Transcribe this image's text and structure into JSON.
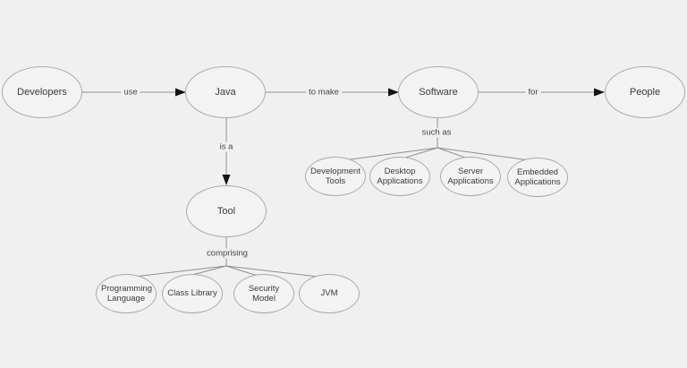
{
  "colors": {
    "background": "#f0f0f0",
    "node_fill": "#f3f3f3",
    "node_border": "#aaaaaa",
    "connector_line": "#8f8f8f",
    "arrowhead": "#141414",
    "text": "#3a3a3a"
  },
  "concept_map": {
    "nodes": [
      {
        "id": "developers",
        "label": "Developers",
        "level": "main"
      },
      {
        "id": "java",
        "label": "Java",
        "level": "main"
      },
      {
        "id": "software",
        "label": "Software",
        "level": "main"
      },
      {
        "id": "people",
        "label": "People",
        "level": "main"
      },
      {
        "id": "tool",
        "label": "Tool",
        "level": "main"
      },
      {
        "id": "development-tools",
        "label": "Development Tools",
        "level": "sub"
      },
      {
        "id": "desktop-applications",
        "label": "Desktop Applications",
        "level": "sub"
      },
      {
        "id": "server-applications",
        "label": "Server Applications",
        "level": "sub"
      },
      {
        "id": "embedded-applications",
        "label": "Embedded Applications",
        "level": "sub"
      },
      {
        "id": "programming-language",
        "label": "Programming Language",
        "level": "sub"
      },
      {
        "id": "class-library",
        "label": "Class Library",
        "level": "sub"
      },
      {
        "id": "security-model",
        "label": "Security Model",
        "level": "sub"
      },
      {
        "id": "jvm",
        "label": "JVM",
        "level": "sub"
      }
    ],
    "edges": [
      {
        "from": "Developers",
        "label": "use",
        "to": [
          "Java"
        ]
      },
      {
        "from": "Java",
        "label": "to make",
        "to": [
          "Software"
        ]
      },
      {
        "from": "Software",
        "label": "for",
        "to": [
          "People"
        ]
      },
      {
        "from": "Java",
        "label": "is a",
        "to": [
          "Tool"
        ]
      },
      {
        "from": "Software",
        "label": "such as",
        "to": [
          "Development Tools",
          "Desktop Applications",
          "Server Applications",
          "Embedded Applications"
        ]
      },
      {
        "from": "Tool",
        "label": "comprising",
        "to": [
          "Programming Language",
          "Class Library",
          "Security Model",
          "JVM"
        ]
      }
    ]
  }
}
